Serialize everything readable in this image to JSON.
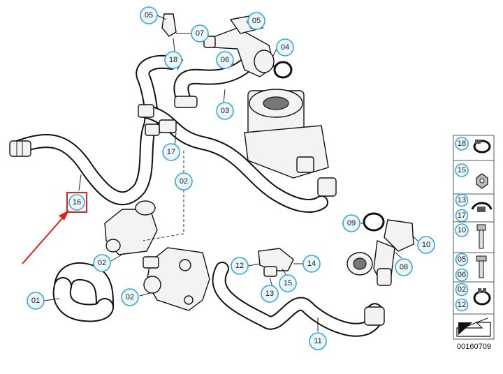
{
  "drawing_id": "00160709",
  "highlighted_callout": "16",
  "callouts": [
    "05",
    "05",
    "07",
    "04",
    "18",
    "06",
    "03",
    "17",
    "02",
    "16",
    "02",
    "02",
    "01",
    "12",
    "14",
    "15",
    "13",
    "09",
    "10",
    "08",
    "11"
  ],
  "legend": [
    {
      "number": "18",
      "icon": "hose-clamp-icon"
    },
    {
      "number": "15",
      "icon": "hex-nut-icon"
    },
    {
      "number": "13",
      "icon": "clip-clamp-icon"
    },
    {
      "number": "17",
      "icon": "clip-clamp-icon"
    },
    {
      "number": "10",
      "icon": "bolt-icon"
    },
    {
      "number": "05",
      "icon": "flange-bolt-icon"
    },
    {
      "number": "06",
      "icon": "flange-bolt-icon"
    },
    {
      "number": "02",
      "icon": "spring-clamp-icon"
    },
    {
      "number": "12",
      "icon": "spring-clamp-icon"
    }
  ],
  "colors": {
    "callout_fill": "#eaf6fb",
    "callout_stroke": "#3aa6d6",
    "highlight": "#e0201c"
  }
}
